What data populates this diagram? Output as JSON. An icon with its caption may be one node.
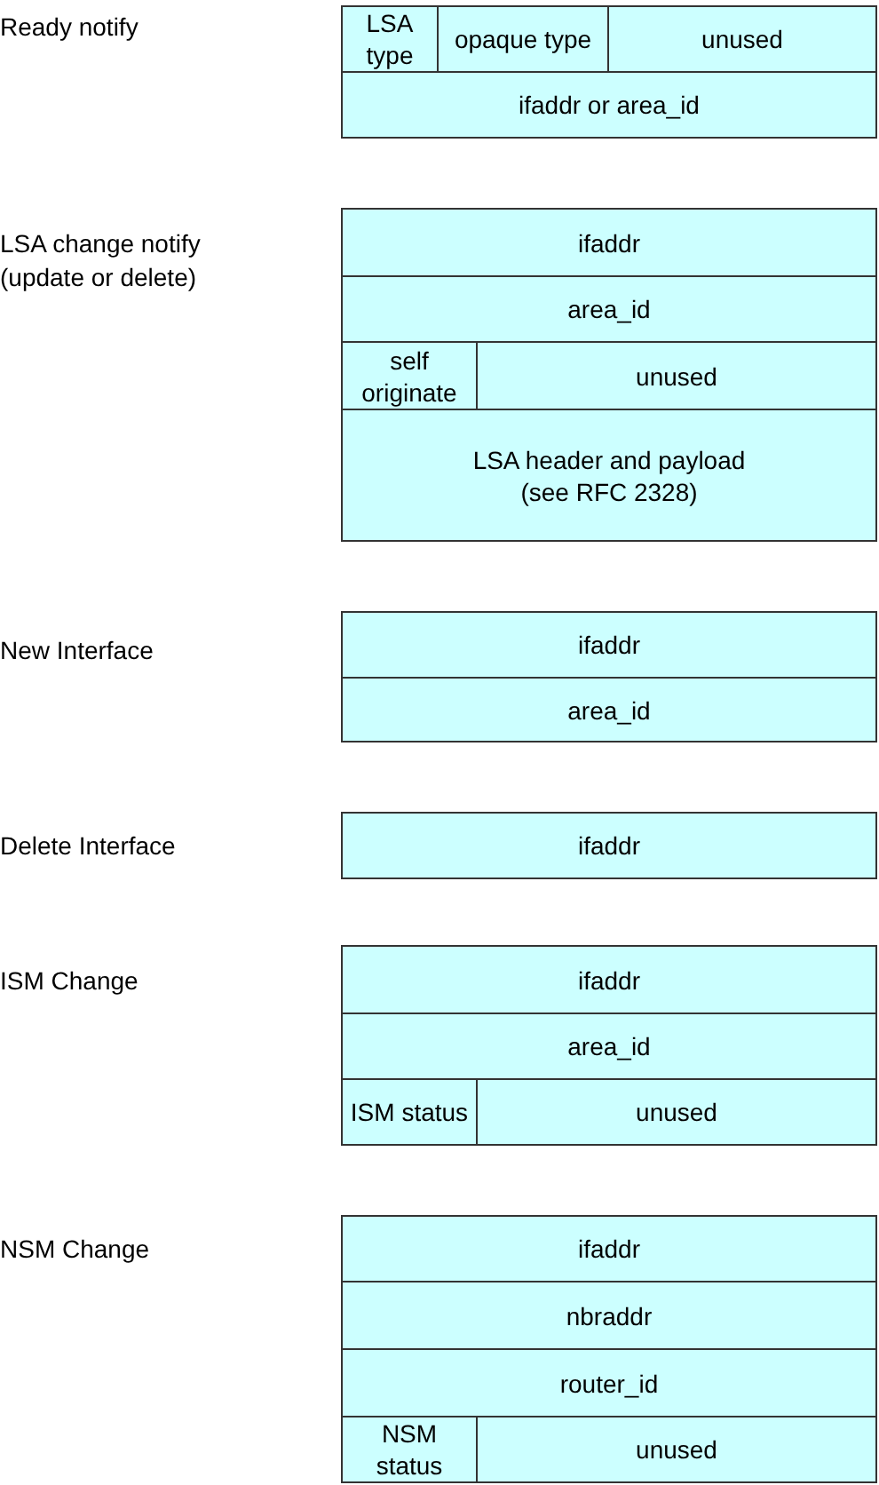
{
  "diagram": {
    "nodes": [
      {
        "text": [
          "LSA type"
        ]
      },
      {
        "text": [
          "opaque type"
        ]
      },
      {
        "text": [
          "unused"
        ]
      },
      {
        "text": [
          "ifaddr or area_id"
        ]
      },
      {
        "text": [
          "ifaddr"
        ]
      },
      {
        "text": [
          "area_id"
        ]
      },
      {
        "text": [
          "self originate"
        ]
      },
      {
        "text": [
          "unused"
        ]
      },
      {
        "text": [
          "LSA header and payload",
          "(see RFC 2328)"
        ]
      },
      {
        "text": [
          "ifaddr"
        ]
      },
      {
        "text": [
          "area_id"
        ]
      },
      {
        "text": [
          "ifaddr"
        ]
      },
      {
        "text": [
          "ifaddr"
        ]
      },
      {
        "text": [
          "area_id"
        ]
      },
      {
        "text": [
          "ISM status"
        ]
      },
      {
        "text": [
          "unused"
        ]
      },
      {
        "text": [
          "ifaddr"
        ]
      },
      {
        "text": [
          "nbraddr"
        ]
      },
      {
        "text": [
          "router_id"
        ]
      },
      {
        "text": [
          "NSM status"
        ]
      },
      {
        "text": [
          "unused"
        ]
      }
    ],
    "labels": [
      "Ready notify",
      "LSA change notify (update or delete)",
      "New Interface",
      "Delete Interface",
      "ISM Change",
      "NSM Change"
    ]
  }
}
